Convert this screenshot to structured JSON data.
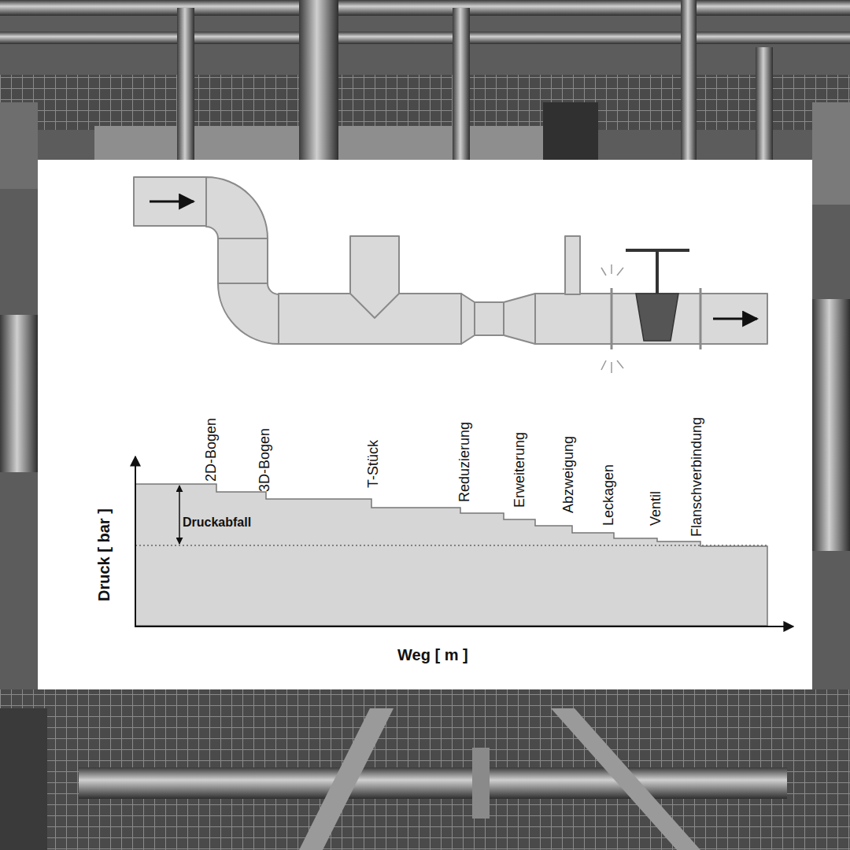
{
  "diagram": {
    "labels": [
      "2D-Bogen",
      "3D-Bogen",
      "T-Stück",
      "Reduzierung",
      "Erweiterung",
      "Abzweigung",
      "Leckagen",
      "Ventil",
      "Flanschverbindung",
      "Druck [ bar ]",
      "Druckabfall",
      "Weg [ m ]"
    ]
  }
}
